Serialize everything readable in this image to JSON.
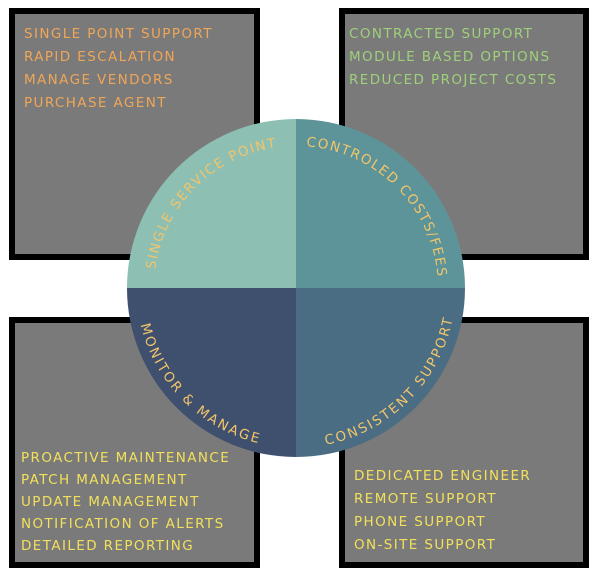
{
  "colors": {
    "box_bg": "#7a7a7a",
    "box_border": "#000000",
    "orange": "#f0a657",
    "green": "#9fd07a",
    "yellow": "#f2e05c",
    "quad_top_left": "#8dbfb3",
    "quad_top_right": "#5d9499",
    "quad_bottom_left": "#3f4f6e",
    "quad_bottom_right": "#4a6d84",
    "wheel_label": "#f2c56a"
  },
  "top_left": {
    "items": [
      "Single Point Support",
      "Rapid Escalation",
      "Manage Vendors",
      "Purchase Agent"
    ]
  },
  "top_right": {
    "items": [
      "Contracted Support",
      "Module Based Options",
      "Reduced Project Costs"
    ]
  },
  "bottom_left": {
    "items": [
      "Proactive Maintenance",
      "Patch Management",
      "Update Management",
      "Notification of Alerts",
      "Detailed Reporting"
    ]
  },
  "bottom_right": {
    "items": [
      "Dedicated Engineer",
      "Remote Support",
      "Phone Support",
      "On-Site Support"
    ]
  },
  "wheel": {
    "single_service_point": "Single Service Point",
    "controled_costs": "Controled Costs/Fees",
    "monitor_manage": "Monitor & Manage",
    "consistent_support": "Consistent Support"
  }
}
